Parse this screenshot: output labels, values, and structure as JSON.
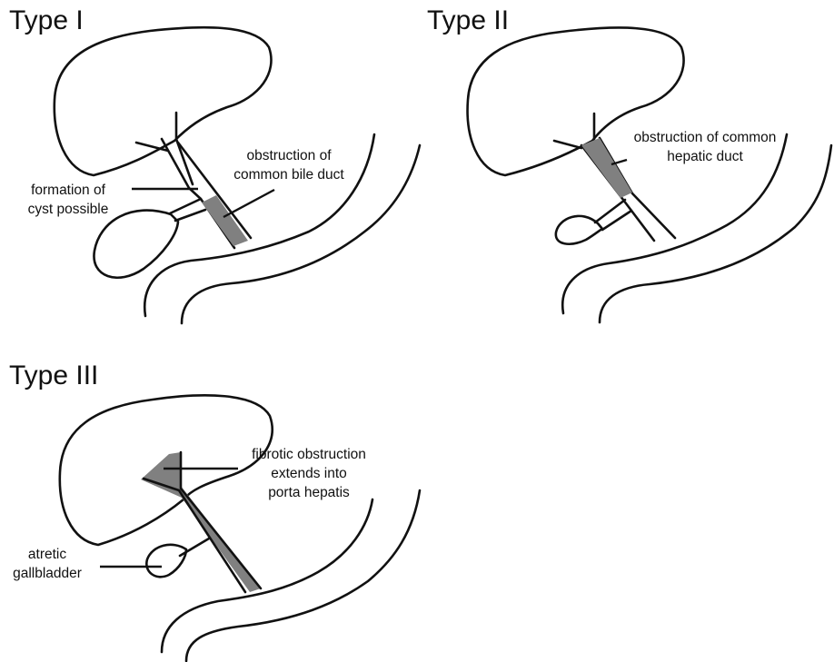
{
  "panels": [
    {
      "title": "Type I",
      "annotations": [
        {
          "lines": [
            "obstruction of",
            "common bile duct"
          ]
        },
        {
          "lines": [
            "formation of",
            "cyst possible"
          ]
        }
      ]
    },
    {
      "title": "Type II",
      "annotations": [
        {
          "lines": [
            "obstruction of common",
            "hepatic duct"
          ]
        }
      ]
    },
    {
      "title": "Type III",
      "annotations": [
        {
          "lines": [
            "fibrotic obstruction",
            "extends into",
            "porta hepatis"
          ]
        },
        {
          "lines": [
            "atretic",
            "gallbladder"
          ]
        }
      ]
    }
  ],
  "colors": {
    "outline": "#111111",
    "obstruction_fill": "#808080",
    "background": "#ffffff"
  }
}
